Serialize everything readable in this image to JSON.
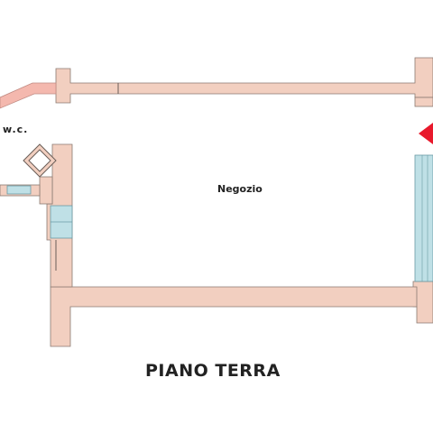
{
  "labels": {
    "wc": "w.c.",
    "room": "Negozio",
    "floor_title": "PIANO TERRA"
  },
  "colors": {
    "wall_fill": "#f2cfc0",
    "wall_stroke": "#8a7a72",
    "window_fill": "#bfe0e6",
    "window_stroke": "#6a9aa4",
    "entrance_arrow": "#e8192c",
    "text": "#222222"
  }
}
